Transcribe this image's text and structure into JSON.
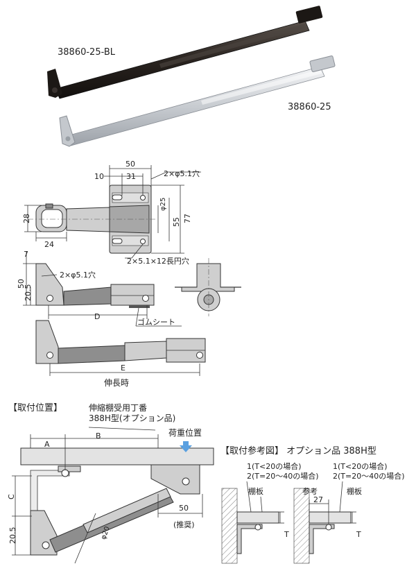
{
  "product": {
    "model_bl": "38860-25-BL",
    "model_std": "38860-25"
  },
  "top_view": {
    "dim_50": "50",
    "dim_10": "10",
    "dim_31": "31",
    "hole_label": "2×φ5.1穴",
    "dim_phi25": "φ25",
    "dim_55": "55",
    "dim_77": "77",
    "dim_28": "28",
    "dim_24": "24",
    "slot_label": "2×5.1×12長円穴"
  },
  "side_view": {
    "dim_7": "7",
    "dim_50": "50",
    "dim_20_5": "20.5",
    "hole_label": "2×φ5.1穴",
    "dim_d": "D",
    "rubber_label": "ゴムシート"
  },
  "extended_view": {
    "dim_e": "E",
    "caption": "伸長時"
  },
  "mounting": {
    "title": "【取付位置】",
    "hinge_label_1": "伸縮棚受用丁番",
    "hinge_label_2": "388H型(オプション品)",
    "load_label": "荷重位置",
    "dim_a": "A",
    "dim_b": "B",
    "dim_c": "C",
    "dim_20_5": "20.5",
    "dim_phi20": "φ20",
    "dim_50": "50",
    "dim_50_note": "(推奨)"
  },
  "reference": {
    "title": "【取付参考図】 オプション品 388H型",
    "left_note_1": "1(T<20の場合)",
    "left_note_2": "2(T=20〜40の場合)",
    "right_note_1": "1(T<20の場合)",
    "right_note_2": "2(T=20〜40の場合)",
    "shelf_label": "棚板",
    "shelf_label_2": "棚板",
    "ref_label": "参考",
    "dim_27": "27",
    "dim_t": "T",
    "dim_t_2": "T"
  },
  "colors": {
    "arrow": "#5aa0e0",
    "black_stay": "#2a2420",
    "silver_stay": "#d6d9dd"
  }
}
